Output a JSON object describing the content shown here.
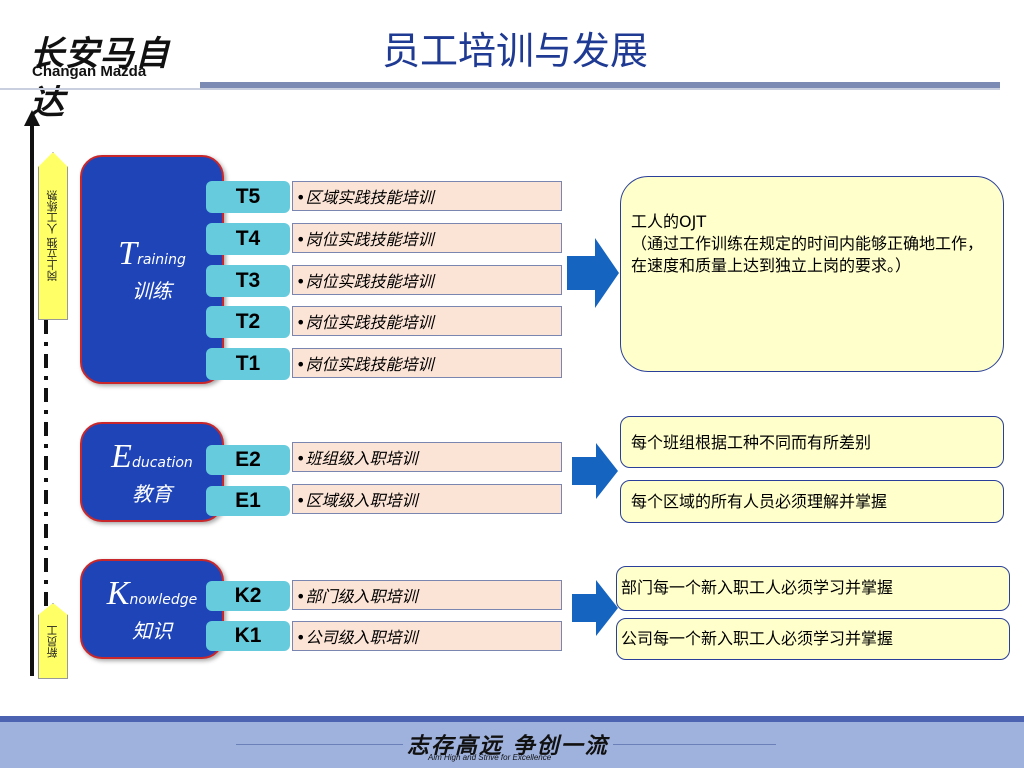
{
  "header": {
    "logo_cn": "长安马自达",
    "logo_en": "Changan Mazda",
    "title": "员工培训与发展"
  },
  "axis": {
    "top_label": "岗上立独 人工练熟",
    "bottom_label": "新员工"
  },
  "training": {
    "initial": "T",
    "rest": "raining",
    "cn": "训练",
    "tags": [
      "T5",
      "T4",
      "T3",
      "T2",
      "T1"
    ],
    "items": [
      "•区域实践技能培训",
      "•岗位实践技能培训",
      "•岗位实践技能培训",
      "•岗位实践技能培训",
      "•岗位实践技能培训"
    ],
    "result_title": "工人的OJT",
    "result_body": "（通过工作训练在规定的时间内能够正确地工作，在速度和质量上达到独立上岗的要求。）"
  },
  "education": {
    "initial": "E",
    "rest": "ducation",
    "cn": "教育",
    "tags": [
      "E2",
      "E1"
    ],
    "items": [
      "•班组级入职培训",
      "•区域级入职培训"
    ],
    "results": [
      "每个班组根据工种不同而有所差别",
      "每个区域的所有人员必须理解并掌握"
    ]
  },
  "knowledge": {
    "initial": "K",
    "rest": "nowledge",
    "cn": "知识",
    "tags": [
      "K2",
      "K1"
    ],
    "items": [
      "•部门级入职培训",
      "•公司级入职培训"
    ],
    "results": [
      "部门每一个新入职工人必须学习并掌握",
      "公司每一个新入职工人必须学习并掌握"
    ]
  },
  "footer": {
    "slogan_cn": "志存高远 争创一流",
    "slogan_en": "Aim High and Strive for Excellence"
  },
  "colors": {
    "block_blue": "#1e44b8",
    "block_border": "#c8282c",
    "tag_cyan": "#66ccdd",
    "item_pink": "#fbe3d6",
    "result_yellow": "#ffffcc",
    "arrow_blue": "#1565c0",
    "title_blue": "#1f3a93"
  }
}
